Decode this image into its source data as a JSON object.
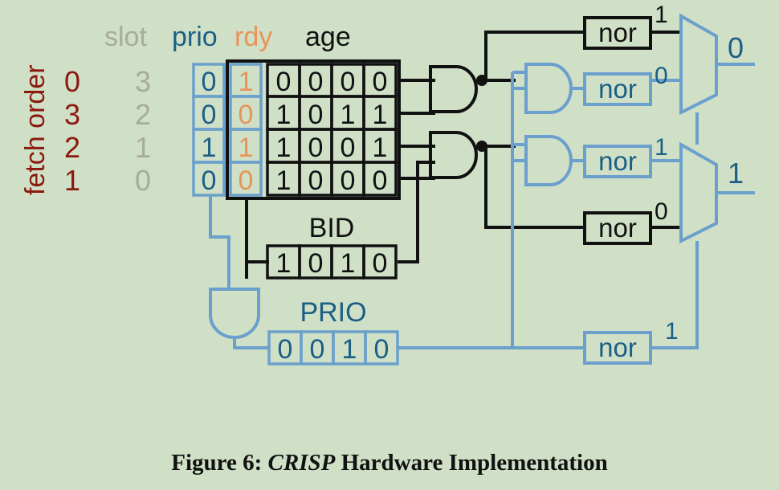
{
  "headers": {
    "fetch_order": "fetch order",
    "slot": "slot",
    "prio": "prio",
    "rdy": "rdy",
    "age": "age"
  },
  "rows": [
    {
      "fetch": "0",
      "slot": "3",
      "prio": "0",
      "rdy": "1",
      "age": [
        "0",
        "0",
        "0",
        "0"
      ]
    },
    {
      "fetch": "3",
      "slot": "2",
      "prio": "0",
      "rdy": "0",
      "age": [
        "1",
        "0",
        "1",
        "1"
      ]
    },
    {
      "fetch": "2",
      "slot": "1",
      "prio": "1",
      "rdy": "1",
      "age": [
        "1",
        "0",
        "0",
        "1"
      ]
    },
    {
      "fetch": "1",
      "slot": "0",
      "prio": "0",
      "rdy": "0",
      "age": [
        "1",
        "0",
        "0",
        "0"
      ]
    }
  ],
  "bid": {
    "label": "BID",
    "bits": [
      "1",
      "0",
      "1",
      "0"
    ]
  },
  "prio_reg": {
    "label": "PRIO",
    "bits": [
      "0",
      "0",
      "1",
      "0"
    ]
  },
  "gate_label": "nor",
  "nor_outputs": [
    "1",
    "0",
    "1",
    "0",
    "1"
  ],
  "mux_outputs": [
    "0",
    "1"
  ],
  "caption": {
    "prefix": "Figure 6: ",
    "italic": "CRISP",
    "suffix": " Hardware Implementation"
  },
  "colors": {
    "background": "#cfe0c6",
    "black": "#111111",
    "blue": "#6b9fcc",
    "prio_text": "#1b5f86",
    "rdy_text": "#e8935a",
    "fetch_text": "#8b1a10",
    "slot_text": "#a8ac98"
  }
}
